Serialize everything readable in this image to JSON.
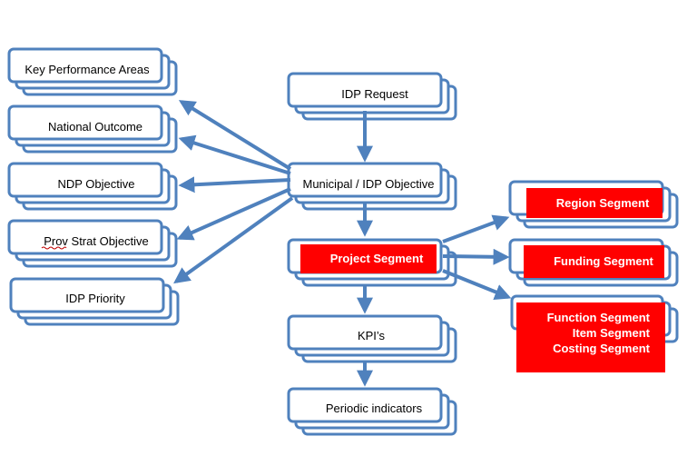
{
  "colors": {
    "box_border": "#4f81bd",
    "arrow": "#4f81bd",
    "highlight_fill": "#ff0000",
    "highlight_text": "#ffffff"
  },
  "left_column": [
    "Key Performance Areas",
    "National Outcome",
    "NDP Objective",
    "Prov Strat Objective",
    "IDP Priority"
  ],
  "center_column": {
    "request": "IDP Request",
    "objective": "Municipal / IDP Objective",
    "project_segment": "Project Segment",
    "kpis": "KPI’s",
    "periodic": "Periodic indicators"
  },
  "right_column": {
    "region": "Region Segment",
    "funding": "Funding Segment",
    "function": "Function Segment",
    "item": "Item Segment",
    "costing": "Costing Segment"
  }
}
